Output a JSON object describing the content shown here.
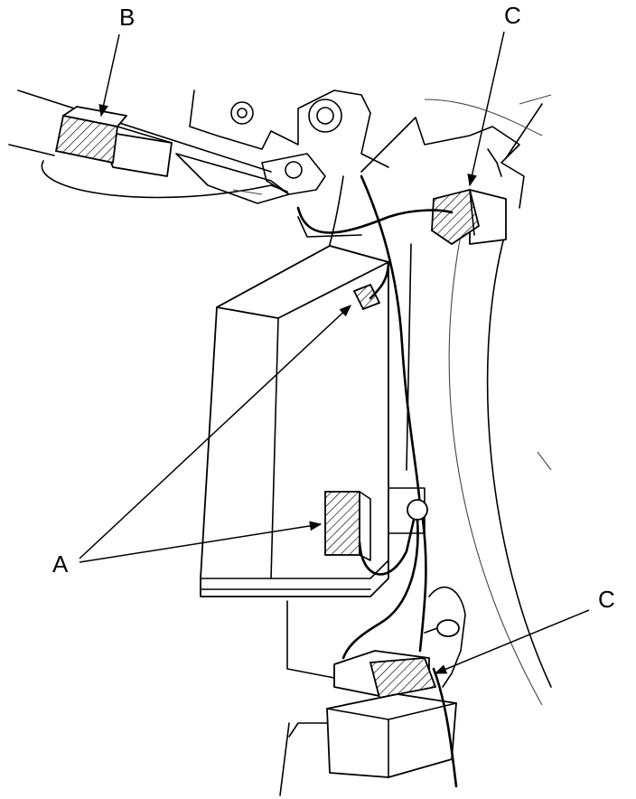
{
  "labels": {
    "b": "B",
    "c_top": "C",
    "c_bottom": "C",
    "a": "A"
  }
}
